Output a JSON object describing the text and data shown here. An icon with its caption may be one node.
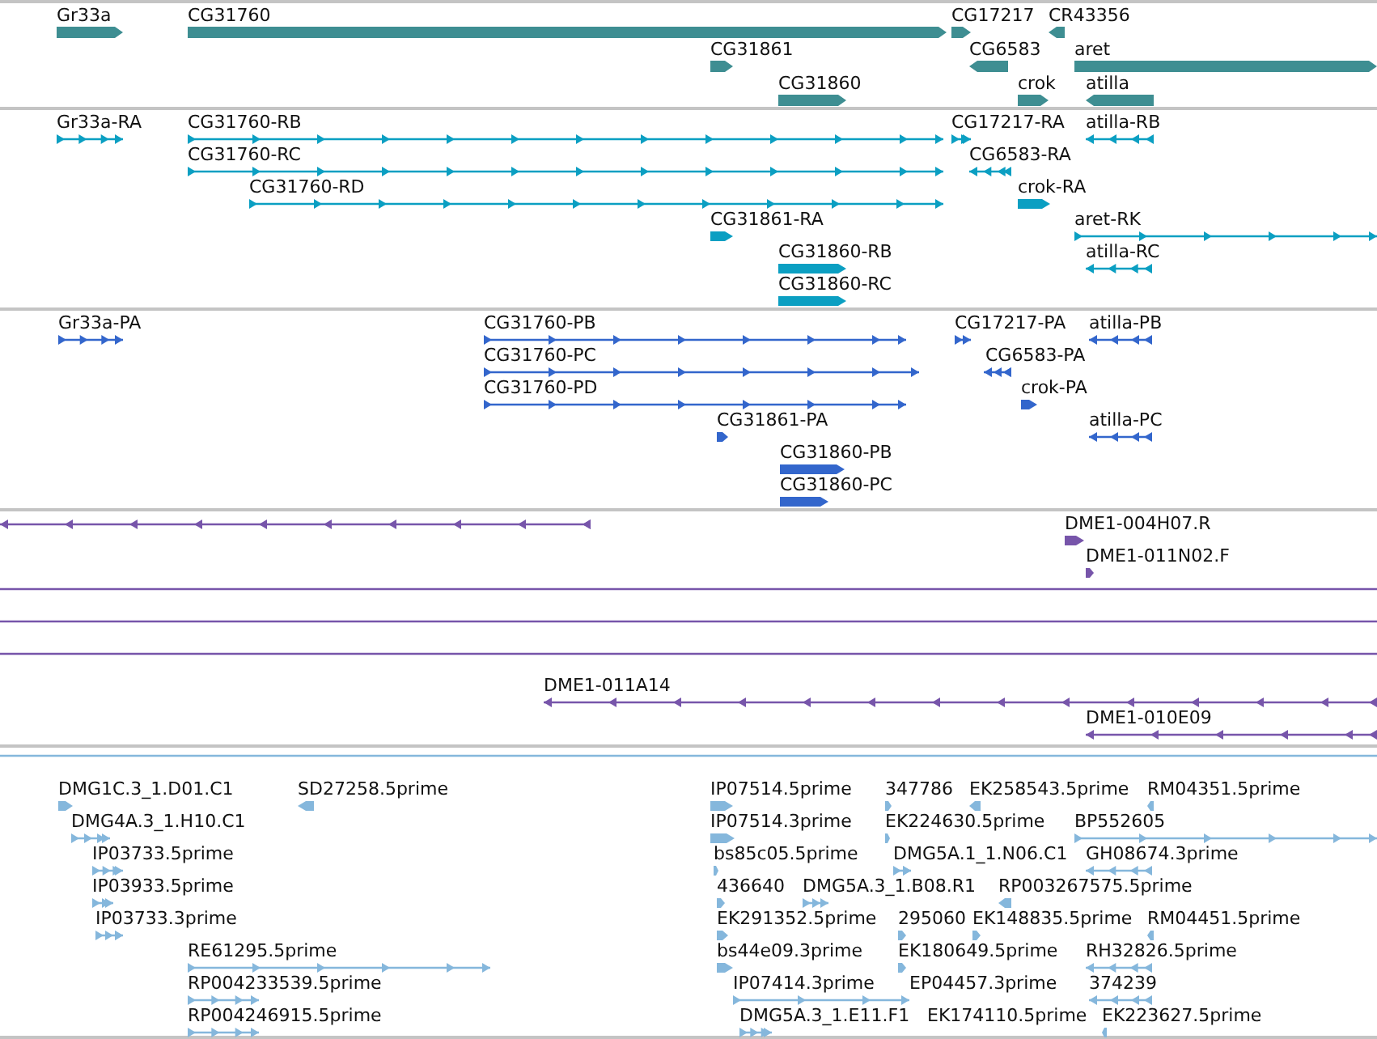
{
  "diagram": {
    "nodes": [
      {
        "text": [
          "Gr33a"
        ]
      },
      {
        "text": [
          "CG31760"
        ]
      },
      {
        "text": [
          "CG17217"
        ]
      },
      {
        "text": [
          "CR43356"
        ]
      },
      {
        "text": [
          "CG31861"
        ]
      },
      {
        "text": [
          "CG6583"
        ]
      },
      {
        "text": [
          "aret"
        ]
      },
      {
        "text": [
          "CG31860"
        ]
      },
      {
        "text": [
          "crok"
        ]
      },
      {
        "text": [
          "atilla"
        ]
      },
      {
        "text": [
          "Gr33a-RA"
        ]
      },
      {
        "text": [
          "CG31760-RB"
        ]
      },
      {
        "text": [
          "CG17217-RA"
        ]
      },
      {
        "text": [
          "atilla-RB"
        ]
      },
      {
        "text": [
          "CG31760-RC"
        ]
      },
      {
        "text": [
          "CG6583-RA"
        ]
      },
      {
        "text": [
          "CG31760-RD"
        ]
      },
      {
        "text": [
          "crok-RA"
        ]
      },
      {
        "text": [
          "CG31861-RA"
        ]
      },
      {
        "text": [
          "aret-RK"
        ]
      },
      {
        "text": [
          "CG31860-RB"
        ]
      },
      {
        "text": [
          "atilla-RC"
        ]
      },
      {
        "text": [
          "CG31860-RC"
        ]
      },
      {
        "text": [
          "Gr33a-PA"
        ]
      },
      {
        "text": [
          "CG31760-PB"
        ]
      },
      {
        "text": [
          "CG17217-PA"
        ]
      },
      {
        "text": [
          "atilla-PB"
        ]
      },
      {
        "text": [
          "CG31760-PC"
        ]
      },
      {
        "text": [
          "CG6583-PA"
        ]
      },
      {
        "text": [
          "CG31760-PD"
        ]
      },
      {
        "text": [
          "crok-PA"
        ]
      },
      {
        "text": [
          "CG31861-PA"
        ]
      },
      {
        "text": [
          "atilla-PC"
        ]
      },
      {
        "text": [
          "CG31860-PB"
        ]
      },
      {
        "text": [
          "CG31860-PC"
        ]
      },
      {
        "text": [],
        "shape": "bar"
      },
      {
        "text": [
          "DME1-004H07.R"
        ]
      },
      {
        "text": [
          "DME1-011N02.F"
        ]
      },
      {
        "text": [],
        "shape": "bar"
      },
      {
        "text": [],
        "shape": "bar"
      },
      {
        "text": [],
        "shape": "bar"
      },
      {
        "text": [
          "DME1-011A14"
        ]
      },
      {
        "text": [
          "DME1-010E09"
        ]
      },
      {
        "text": [],
        "shape": "bar"
      },
      {
        "text": [
          "DMG1C.3_1.D01.C1"
        ]
      },
      {
        "text": [
          "SD27258.5prime"
        ]
      },
      {
        "text": [
          "IP07514.5prime"
        ]
      },
      {
        "text": [
          "347786"
        ]
      },
      {
        "text": [
          "EK258543.5prime"
        ]
      },
      {
        "text": [
          "RM04351.5prime"
        ]
      },
      {
        "text": [
          "DMG4A.3_1.H10.C1"
        ]
      },
      {
        "text": [
          "IP07514.3prime"
        ]
      },
      {
        "text": [
          "EK224630.5prime"
        ]
      },
      {
        "text": [
          "BP552605"
        ]
      },
      {
        "text": [
          "IP03733.5prime"
        ]
      },
      {
        "text": [
          "bs85c05.5prime"
        ]
      },
      {
        "text": [
          "DMG5A.1_1.N06.C1"
        ]
      },
      {
        "text": [
          "GH08674.3prime"
        ]
      },
      {
        "text": [
          "IP03933.5prime"
        ]
      },
      {
        "text": [
          "436640"
        ]
      },
      {
        "text": [
          "DMG5A.3_1.B08.R1"
        ]
      },
      {
        "text": [
          "RP003267575.5prime"
        ]
      },
      {
        "text": [
          "IP03733.3prime"
        ]
      },
      {
        "text": [
          "EK291352.5prime"
        ]
      },
      {
        "text": [
          "295060"
        ]
      },
      {
        "text": [
          "EK148835.5prime"
        ]
      },
      {
        "text": [
          "RM04451.5prime"
        ]
      },
      {
        "text": [
          "RE61295.5prime"
        ]
      },
      {
        "text": [
          "bs44e09.3prime"
        ]
      },
      {
        "text": [
          "EK180649.5prime"
        ]
      },
      {
        "text": [
          "RH32826.5prime"
        ]
      },
      {
        "text": [
          "RP004233539.5prime"
        ]
      },
      {
        "text": [
          "IP07414.3prime"
        ]
      },
      {
        "text": [
          "EP04457.3prime"
        ]
      },
      {
        "text": [
          "374239"
        ]
      },
      {
        "text": [
          "RP004246915.5prime"
        ]
      },
      {
        "text": [
          "DMG5A.3_1.E11.F1"
        ]
      },
      {
        "text": [
          "EK174110.5prime"
        ]
      },
      {
        "text": [
          "EK223627.5prime"
        ]
      }
    ]
  }
}
